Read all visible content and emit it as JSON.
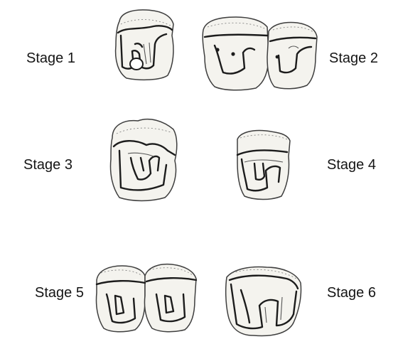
{
  "stages": [
    {
      "id": "stage-1",
      "label": "Stage 1"
    },
    {
      "id": "stage-2",
      "label": "Stage 2"
    },
    {
      "id": "stage-3",
      "label": "Stage 3"
    },
    {
      "id": "stage-4",
      "label": "Stage 4"
    },
    {
      "id": "stage-5",
      "label": "Stage 5"
    },
    {
      "id": "stage-6",
      "label": "Stage 6"
    }
  ]
}
